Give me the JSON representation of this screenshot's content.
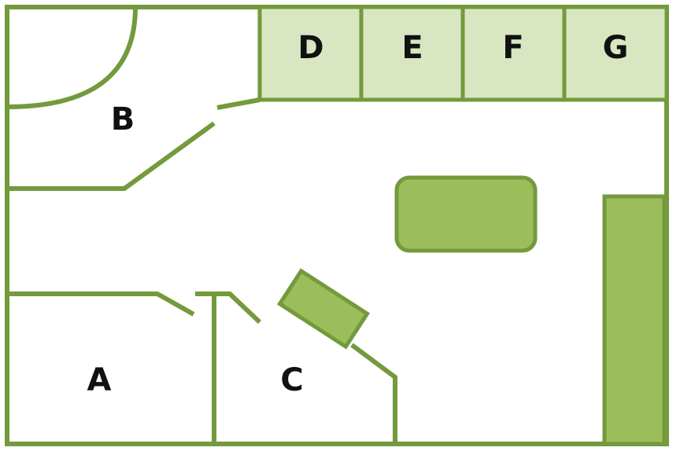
{
  "colors": {
    "wall": "#739a3c",
    "cell_fill": "#d8e7c2",
    "furniture_fill": "#9bbd5c",
    "label": "#111111",
    "background": "#ffffff"
  },
  "rooms": {
    "a": {
      "label": "A"
    },
    "b": {
      "label": "B"
    },
    "c": {
      "label": "C"
    }
  },
  "cells": [
    {
      "label": "D"
    },
    {
      "label": "E"
    },
    {
      "label": "F"
    },
    {
      "label": "G"
    }
  ]
}
